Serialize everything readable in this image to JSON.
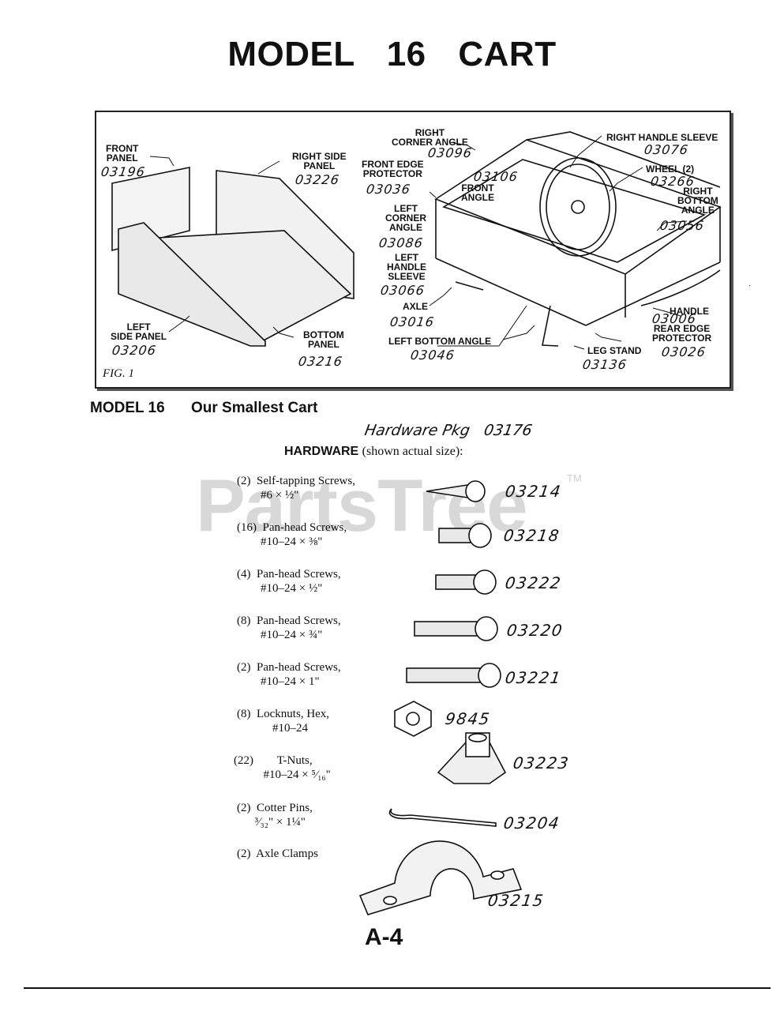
{
  "title": "MODEL 16   CART",
  "figure": {
    "caption": "FIG. 1",
    "labels": [
      {
        "id": "front-panel",
        "text": "FRONT\nPANEL",
        "num": "03196"
      },
      {
        "id": "right-side-panel",
        "text": "RIGHT SIDE\nPANEL",
        "num": "03226"
      },
      {
        "id": "left-side-panel",
        "text": "LEFT\nSIDE PANEL",
        "num": "03206"
      },
      {
        "id": "bottom-panel",
        "text": "BOTTOM\nPANEL",
        "num": "03216"
      },
      {
        "id": "right-corner-angle",
        "text": "RIGHT\nCORNER ANGLE",
        "num": "03096"
      },
      {
        "id": "front-edge-protector",
        "text": "FRONT EDGE\nPROTECTOR",
        "num": "03036"
      },
      {
        "id": "front-angle",
        "text": "FRONT\nANGLE",
        "num": "03106"
      },
      {
        "id": "left-corner-angle",
        "text": "LEFT\nCORNER\nANGLE",
        "num": "03086"
      },
      {
        "id": "left-handle-sleeve",
        "text": "LEFT\nHANDLE\nSLEEVE",
        "num": "03066"
      },
      {
        "id": "axle",
        "text": "AXLE",
        "num": "03016"
      },
      {
        "id": "left-bottom-angle",
        "text": "LEFT BOTTOM ANGLE",
        "num": "03046"
      },
      {
        "id": "right-handle-sleeve",
        "text": "RIGHT HANDLE SLEEVE",
        "num": "03076"
      },
      {
        "id": "wheel",
        "text": "WHEEL (2)",
        "num": "03266"
      },
      {
        "id": "right-bottom-angle",
        "text": "RIGHT\nBOTTOM\nANGLE",
        "num": "03056"
      },
      {
        "id": "handle",
        "text": "HANDLE",
        "num": "03006"
      },
      {
        "id": "rear-edge-protector",
        "text": "REAR EDGE\nPROTECTOR",
        "num": "03026"
      },
      {
        "id": "leg-stand",
        "text": "LEG STAND",
        "num": "03136"
      }
    ]
  },
  "model_line": {
    "model": "MODEL 16",
    "subtitle": "Our Smallest Cart"
  },
  "hardware_pkg": "Hardware Pkg   03176",
  "hardware_heading": {
    "bold": "HARDWARE",
    "note": "(shown actual size):"
  },
  "watermark": "PartsTree",
  "watermark_tm": "TM",
  "hardware": [
    {
      "desc": "(2)  Self-tapping Screws,\n        #6 × ½\"",
      "num": "03214"
    },
    {
      "desc": "(16)  Pan-head Screws,\n        #10–24 × ⅜\"",
      "num": "03218"
    },
    {
      "desc": "(4)  Pan-head Screws,\n        #10–24 × ½\"",
      "num": "03222"
    },
    {
      "desc": "(8)  Pan-head Screws,\n        #10–24 × ¾\"",
      "num": "03220"
    },
    {
      "desc": "(2)  Pan-head Screws,\n        #10–24 × 1\"",
      "num": "03221"
    },
    {
      "desc": "(8)  Locknuts, Hex,\n            #10–24",
      "num": "9845"
    },
    {
      "desc": "(22)        T-Nuts,\n          #10–24 × ⁵⁄₁₆\"",
      "num": "03223"
    },
    {
      "desc": "(2)  Cotter Pins,\n      ³⁄₃₂\" × 1¼\"",
      "num": "03204"
    },
    {
      "desc": "(2)  Axle Clamps",
      "num": "03215"
    }
  ],
  "page_number": "A-4"
}
